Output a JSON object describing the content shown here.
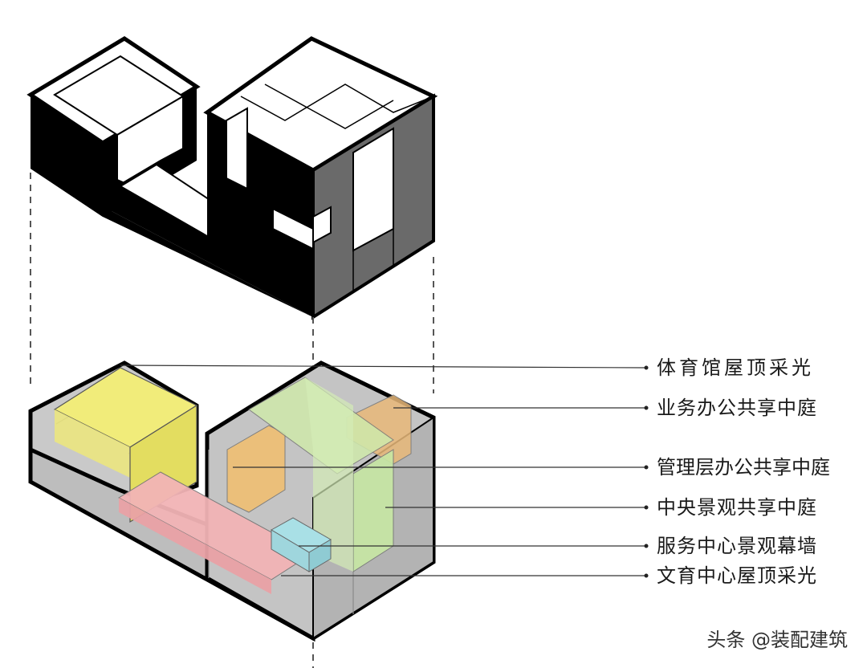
{
  "labels": [
    "体育馆屋顶采光",
    "业务办公共享中庭",
    "管理层办公共享中庭",
    "中央景观共享中庭",
    "服务中心景观幕墙",
    "文育中心屋顶采光"
  ],
  "watermark": "头条 @装配建筑",
  "colors": {
    "yellow": "#f1ec7a",
    "orange": "#f2c27c",
    "green": "#cdeaa9",
    "pink": "#f2b4b6",
    "cyan": "#a9e0e6",
    "gray": "#c7c7c7",
    "dark": "#606060"
  }
}
